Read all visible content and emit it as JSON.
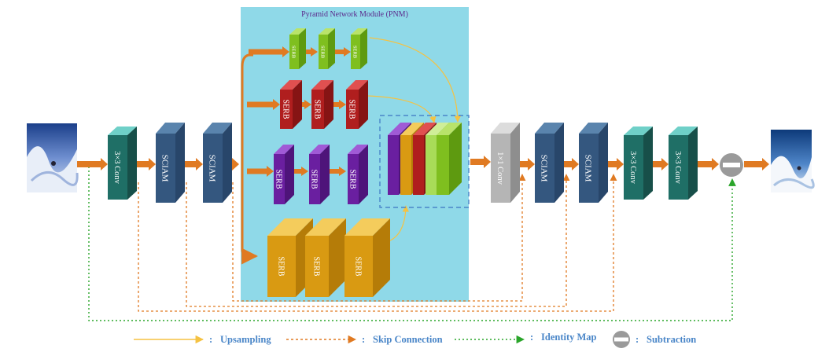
{
  "title": "Pyramid Network Module (PNM)",
  "blocks": {
    "conv3": "3×3 Conv",
    "sciam": "SCIAM",
    "conv1": "1×1 Conv",
    "serb": "SERB"
  },
  "legend": {
    "upsampling": "Upsampling",
    "skip": "Skip Connection",
    "identity": "Identity Map",
    "subtraction": "Subtraction",
    "colon": ":"
  },
  "colors": {
    "pnm_bg": "#8fd9e8",
    "teal": "#1f6f66",
    "teal_top": "#6fd0c8",
    "navy": "#34577f",
    "navy_top": "#5a84ad",
    "green": "#7fbf1f",
    "red": "#b01e1e",
    "purple": "#6a1fa0",
    "gold": "#d99a12",
    "gray": "#b5b5b5",
    "arrow": "#e07a22",
    "upsample": "#f5c242",
    "skip": "#e07a22",
    "identity": "#2aa52a",
    "dashed_box": "#4a86c8"
  }
}
